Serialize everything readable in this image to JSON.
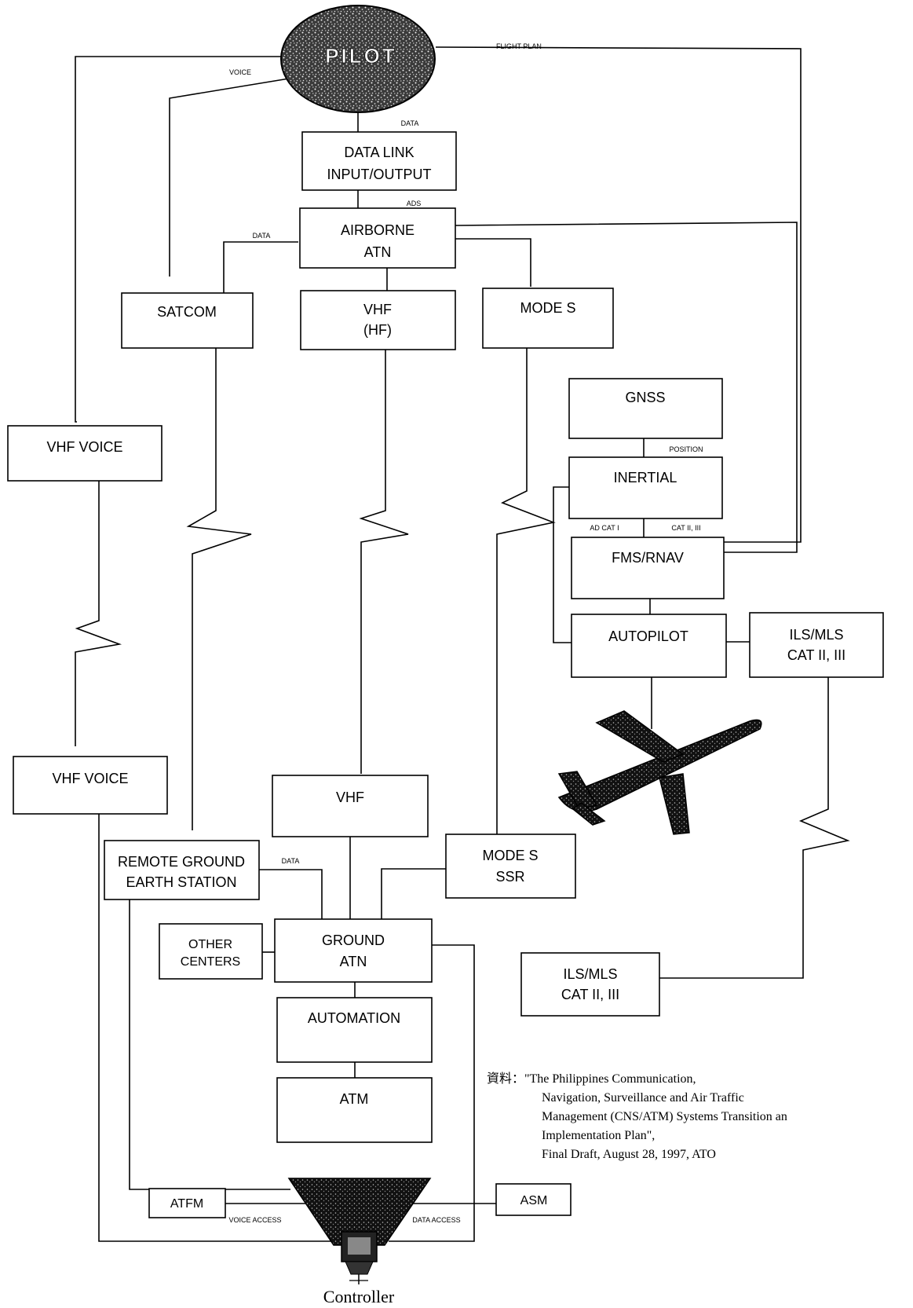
{
  "pilot_label": "PILOT",
  "controller_label": "Controller",
  "boxes": {
    "data_link": [
      "DATA LINK",
      "INPUT/OUTPUT"
    ],
    "airborne_atn": [
      "AIRBORNE",
      "ATN"
    ],
    "satcom": [
      "SATCOM"
    ],
    "vhf_hf": [
      "VHF",
      "(HF)"
    ],
    "mode_s_air": [
      "MODE S"
    ],
    "gnss": [
      "GNSS"
    ],
    "inertial": [
      "INERTIAL"
    ],
    "fms_rnav": [
      "FMS/RNAV"
    ],
    "autopilot": [
      "AUTOPILOT"
    ],
    "ils_mls_air": [
      "ILS/MLS",
      "CAT II, III"
    ],
    "vhf_voice_1": [
      "VHF VOICE"
    ],
    "vhf_voice_2": [
      "VHF VOICE"
    ],
    "vhf_ground": [
      "VHF"
    ],
    "remote_ground": [
      "REMOTE GROUND",
      "EARTH STATION"
    ],
    "mode_s_ssr": [
      "MODE S",
      "SSR"
    ],
    "other_centers": [
      "OTHER",
      "CENTERS"
    ],
    "ground_atn": [
      "GROUND",
      "ATN"
    ],
    "automation": [
      "AUTOMATION"
    ],
    "atm": [
      "ATM"
    ],
    "ils_mls_ground": [
      "ILS/MLS",
      "CAT II, III"
    ],
    "atfm": [
      "ATFM"
    ],
    "asm": [
      "ASM"
    ]
  },
  "link_labels": {
    "voice": "VOICE",
    "flight_plan": "FLIGHT PLAN",
    "data_pilot": "DATA",
    "ads": "ADS",
    "data_airborne": "DATA",
    "position": "POSITION",
    "ad_cat": "AD CAT I",
    "cat_ii_iii": "CAT II, III",
    "data_ground": "DATA",
    "voice_access": "VOICE ACCESS",
    "data_access": "DATA ACCESS"
  },
  "source_note": [
    "資料：\"The Philippines Communication,",
    "Navigation, Surveillance and Air Traffic",
    "Management (CNS/ATM) Systems Transition an",
    "Implementation Plan\",",
    "Final Draft, August 28, 1997, ATO"
  ]
}
